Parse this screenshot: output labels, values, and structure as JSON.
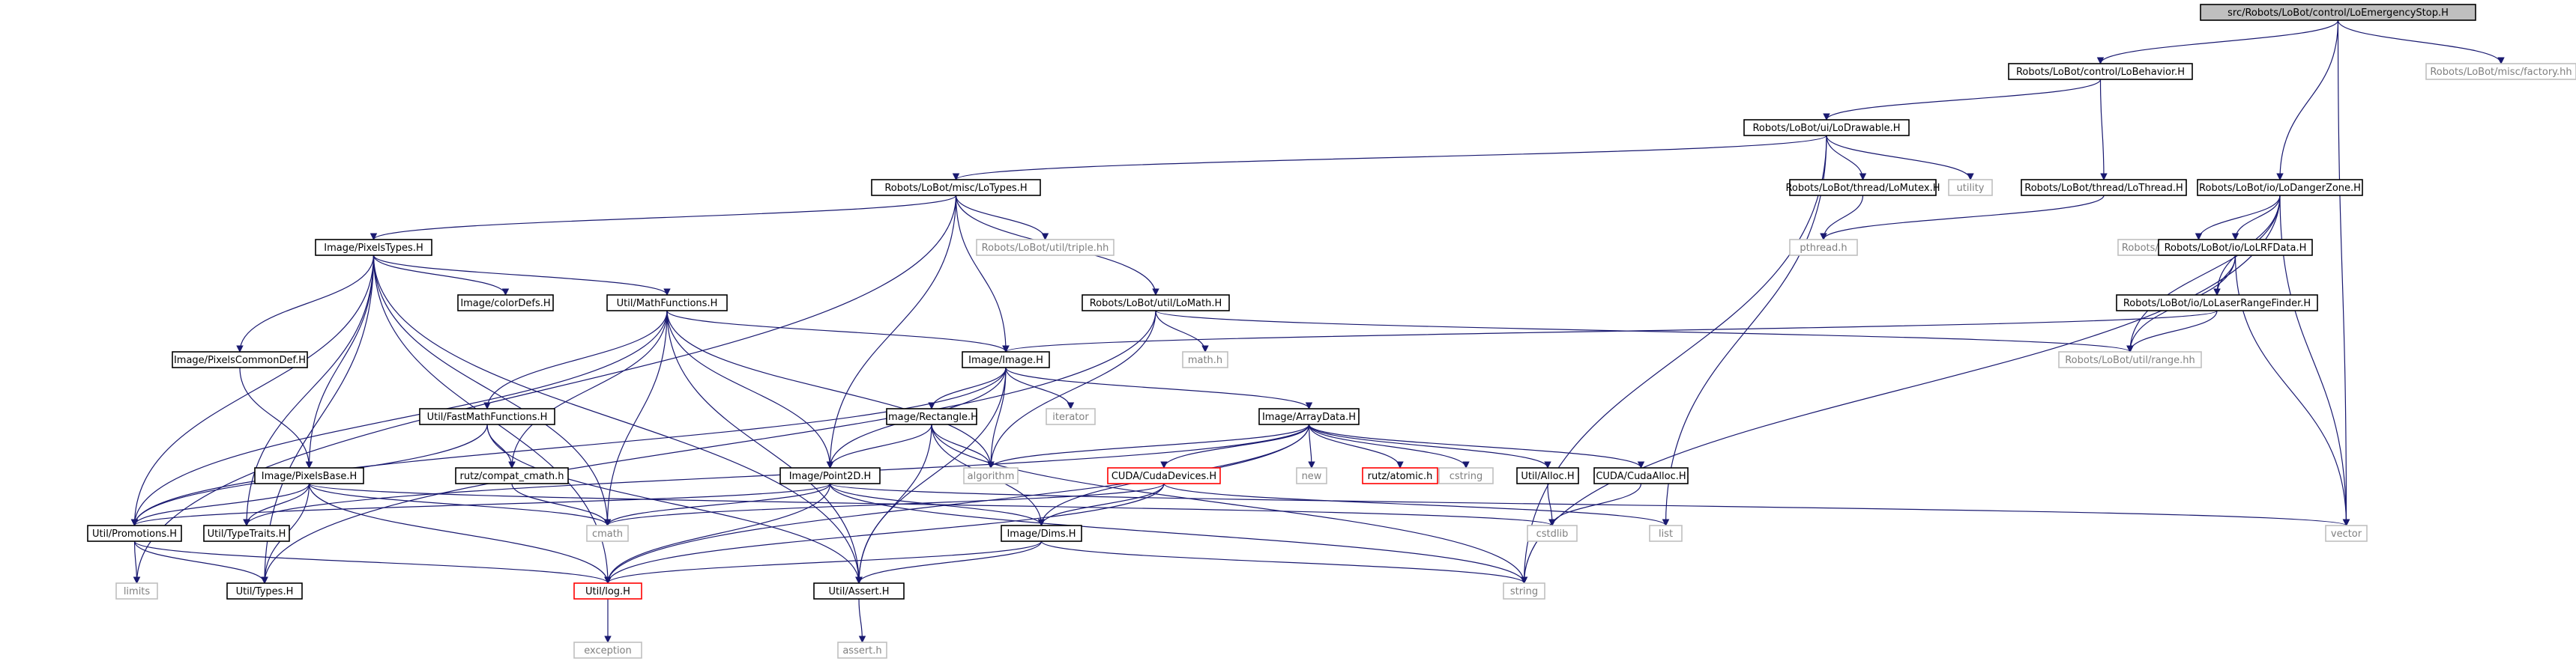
{
  "nodes": {
    "root": {
      "label": "src/Robots/LoBot/control/LoEmergencyStop.H",
      "kind": "root"
    },
    "behavior": {
      "label": "Robots/LoBot/control/LoBehavior.H",
      "kind": "doc"
    },
    "factory": {
      "label": "Robots/LoBot/misc/factory.hh",
      "kind": "ext"
    },
    "drawable": {
      "label": "Robots/LoBot/ui/LoDrawable.H",
      "kind": "doc"
    },
    "lothread": {
      "label": "Robots/LoBot/thread/LoThread.H",
      "kind": "doc"
    },
    "dangerzone": {
      "label": "Robots/LoBot/io/LoDangerZone.H",
      "kind": "doc"
    },
    "lotypes": {
      "label": "Robots/LoBot/misc/LoTypes.H",
      "kind": "doc"
    },
    "lomutex": {
      "label": "Robots/LoBot/thread/LoMutex.H",
      "kind": "doc"
    },
    "utility": {
      "label": "utility",
      "kind": "ext"
    },
    "pthread": {
      "label": "pthread.h",
      "kind": "ext"
    },
    "singleton": {
      "label": "Robots/LoBot/misc/singleton.hh",
      "kind": "ext"
    },
    "lrfdata": {
      "label": "Robots/LoBot/io/LoLRFData.H",
      "kind": "doc"
    },
    "pixelstypes": {
      "label": "Image/PixelsTypes.H",
      "kind": "doc"
    },
    "triple": {
      "label": "Robots/LoBot/util/triple.hh",
      "kind": "ext"
    },
    "lomath": {
      "label": "Robots/LoBot/util/LoMath.H",
      "kind": "doc"
    },
    "laser": {
      "label": "Robots/LoBot/io/LoLaserRangeFinder.H",
      "kind": "doc"
    },
    "colordefs": {
      "label": "Image/colorDefs.H",
      "kind": "doc"
    },
    "mathfunctions": {
      "label": "Util/MathFunctions.H",
      "kind": "doc"
    },
    "pixelscommondef": {
      "label": "Image/PixelsCommonDef.H",
      "kind": "doc"
    },
    "image": {
      "label": "Image/Image.H",
      "kind": "doc"
    },
    "mathh": {
      "label": "math.h",
      "kind": "ext"
    },
    "range": {
      "label": "Robots/LoBot/util/range.hh",
      "kind": "ext"
    },
    "fastmath": {
      "label": "Util/FastMathFunctions.H",
      "kind": "doc"
    },
    "rectangle": {
      "label": "Image/Rectangle.H",
      "kind": "doc"
    },
    "iterator": {
      "label": "iterator",
      "kind": "ext"
    },
    "arraydata": {
      "label": "Image/ArrayData.H",
      "kind": "doc"
    },
    "pixelsbase": {
      "label": "Image/PixelsBase.H",
      "kind": "doc"
    },
    "compatcmath": {
      "label": "rutz/compat_cmath.h",
      "kind": "doc"
    },
    "point2d": {
      "label": "Image/Point2D.H",
      "kind": "doc"
    },
    "algorithm": {
      "label": "algorithm",
      "kind": "ext"
    },
    "cudadevices": {
      "label": "CUDA/CudaDevices.H",
      "kind": "red"
    },
    "newh": {
      "label": "new",
      "kind": "ext"
    },
    "atomic": {
      "label": "rutz/atomic.h",
      "kind": "red"
    },
    "cstring": {
      "label": "cstring",
      "kind": "ext"
    },
    "alloc": {
      "label": "Util/Alloc.H",
      "kind": "doc"
    },
    "cudaalloc": {
      "label": "CUDA/CudaAlloc.H",
      "kind": "doc"
    },
    "promotions": {
      "label": "Util/Promotions.H",
      "kind": "doc"
    },
    "typetraits": {
      "label": "Util/TypeTraits.H",
      "kind": "doc"
    },
    "cmath": {
      "label": "cmath",
      "kind": "ext"
    },
    "dims": {
      "label": "Image/Dims.H",
      "kind": "doc"
    },
    "cstdlib": {
      "label": "cstdlib",
      "kind": "ext"
    },
    "list": {
      "label": "list",
      "kind": "ext"
    },
    "vector": {
      "label": "vector",
      "kind": "ext"
    },
    "limits": {
      "label": "limits",
      "kind": "ext"
    },
    "types": {
      "label": "Util/Types.H",
      "kind": "doc"
    },
    "log": {
      "label": "Util/log.H",
      "kind": "red"
    },
    "assert": {
      "label": "Util/Assert.H",
      "kind": "doc"
    },
    "string": {
      "label": "string",
      "kind": "ext"
    },
    "exception": {
      "label": "exception",
      "kind": "ext"
    },
    "asserth": {
      "label": "assert.h",
      "kind": "ext"
    }
  },
  "colors": {
    "edge": "#191970",
    "root_fill": "#bfbfbf",
    "doc_border": "#000000",
    "ext_border": "#bfbfbf",
    "red_border": "#ff0000",
    "ext_text": "#7f7f7f"
  }
}
